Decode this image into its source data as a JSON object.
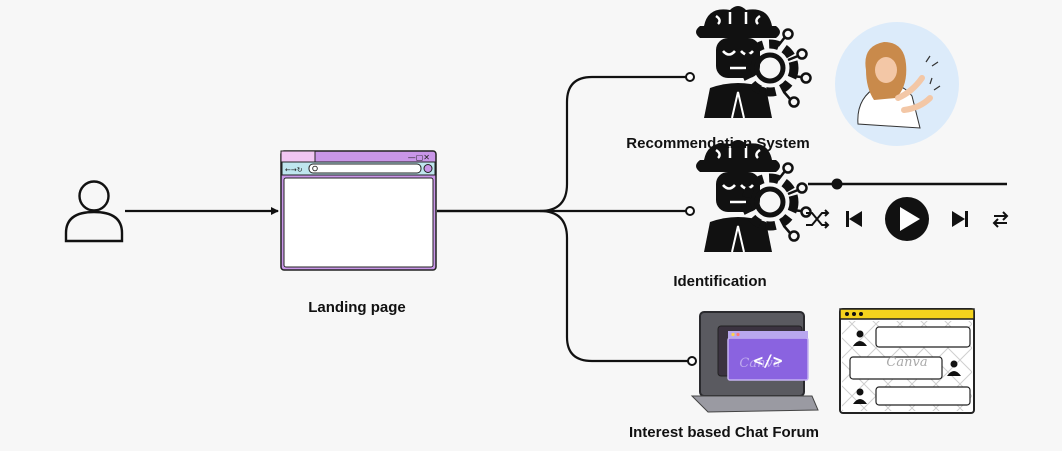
{
  "nodes": {
    "landing": {
      "label": "Landing page"
    },
    "recommendation": {
      "label": "Recommendation System"
    },
    "identification": {
      "label": "Identification"
    },
    "chat_forum": {
      "label": "Interest based Chat Forum"
    }
  },
  "watermarks": [
    "Canva",
    "Canva"
  ],
  "browser_icons": {
    "nav": "←→↻",
    "controls": "—▢✕"
  },
  "icons": {
    "user": "user-icon",
    "browser": "browser-window-icon",
    "robot": "robot-brain-gear-icon",
    "woman": "woman-pointing-illustration",
    "music_player": "music-player-controls",
    "laptop": "laptop-code-icon",
    "chat": "chat-window-icon"
  },
  "colors": {
    "line": "#111111",
    "browser_frame": "#c996e8",
    "browser_bar": "#bfe6ee",
    "laptop_screen": "#8a63e0",
    "chat_titlebar": "#f4d31d",
    "woman_bg": "#dcebfa"
  },
  "edges": [
    {
      "from": "user",
      "to": "landing"
    },
    {
      "from": "landing",
      "to": "recommendation"
    },
    {
      "from": "landing",
      "to": "identification"
    },
    {
      "from": "landing",
      "to": "chat_forum"
    }
  ]
}
